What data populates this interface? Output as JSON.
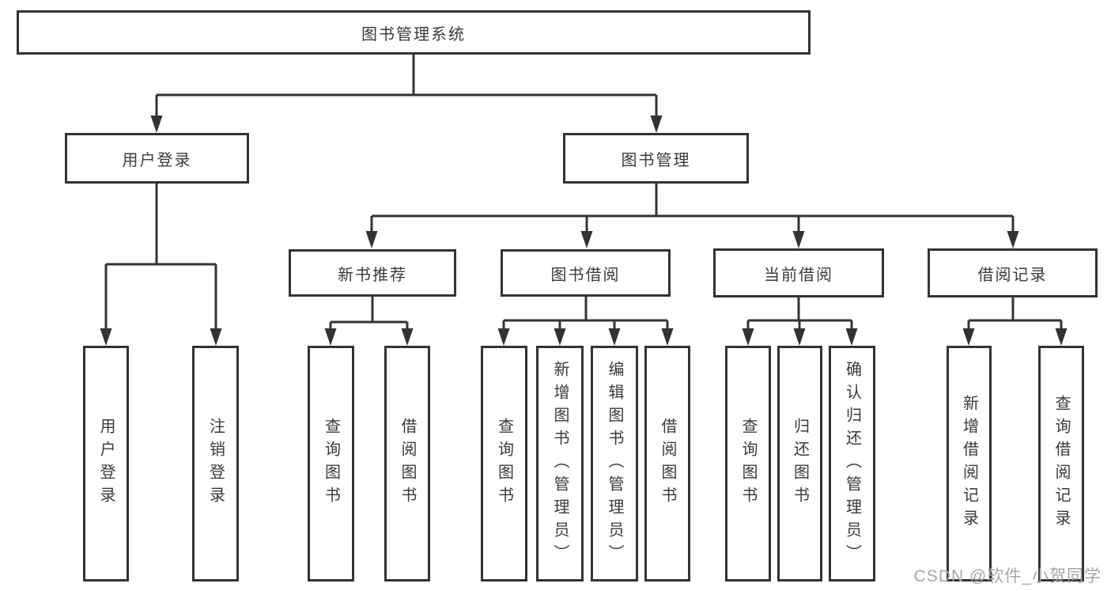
{
  "diagram_title": "图书管理系统",
  "colors": {
    "line": "#333333",
    "text": "#3a3a3a",
    "watermark": "#a6a6a6",
    "background": "#ffffff"
  },
  "tree": {
    "root": "图书管理系统",
    "branches": [
      {
        "label": "用户登录",
        "children": [
          "用户登录",
          "注销登录"
        ]
      },
      {
        "label": "图书管理",
        "groups": [
          {
            "label": "新书推荐",
            "children": [
              "查询图书",
              "借阅图书"
            ]
          },
          {
            "label": "图书借阅",
            "children": [
              "查询图书",
              "新增图书（管理员）",
              "编辑图书（管理员）",
              "借阅图书"
            ]
          },
          {
            "label": "当前借阅",
            "children": [
              "查询图书",
              "归还图书",
              "确认归还（管理员）"
            ]
          },
          {
            "label": "借阅记录",
            "children": [
              "新增借阅记录",
              "查询借阅记录"
            ]
          }
        ]
      }
    ]
  },
  "watermark": "CSDN @软件_小贺同学"
}
